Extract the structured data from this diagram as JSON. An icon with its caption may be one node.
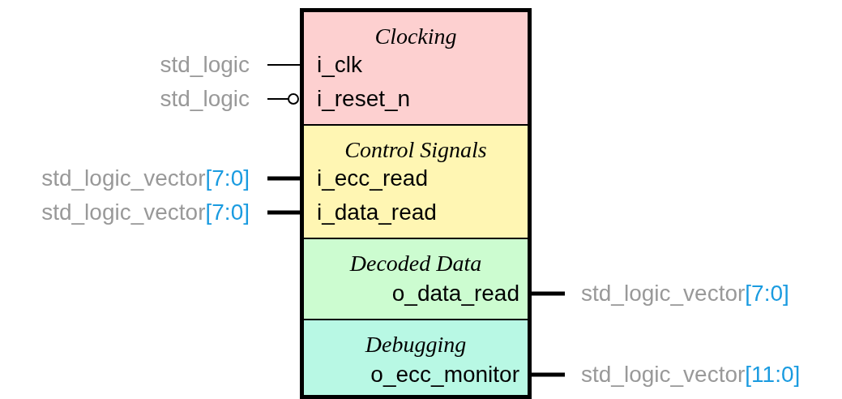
{
  "diagram": {
    "nodes": [
      {
        "text": [],
        "shape": "box"
      },
      {
        "text": [
          "Clocking",
          "i_clk",
          "i_reset_n"
        ],
        "in": 0
      },
      {
        "text": [
          "Control Signals",
          "i_ecc_read",
          "i_data_read"
        ],
        "in": 0
      },
      {
        "text": [
          "Decoded Data",
          "o_data_read"
        ],
        "in": 0
      },
      {
        "text": [
          "Debugging",
          "o_ecc_monitor"
        ],
        "in": 0
      }
    ],
    "labels": [
      "std_logic",
      "std_logic",
      "std_logic_vector[7:0]",
      "std_logic_vector[7:0]",
      "std_logic_vector[7:0]",
      "std_logic_vector[11:0]"
    ]
  }
}
